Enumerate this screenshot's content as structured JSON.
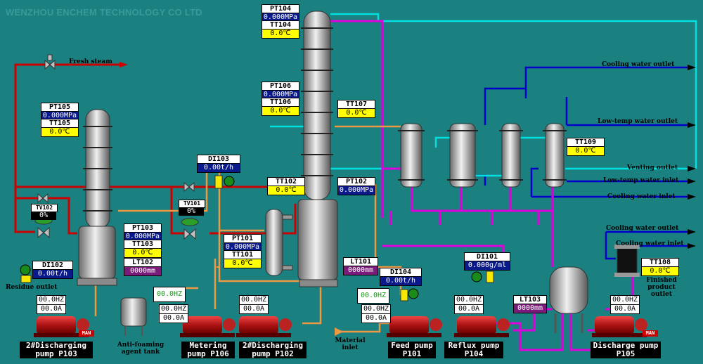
{
  "window_title": "WENZHOU ENCHEM TECHNOLOGY CO LTD",
  "colors": {
    "background": "#1a8080",
    "steam_line": "#cc0000",
    "cooling_water": "#0000cc",
    "cyan_line": "#00e0e0",
    "magenta_line": "#dd00dd",
    "material_line": "#ee9944",
    "pv_box": "#0a1a8a",
    "tv_box": "#ffff00",
    "lv_box": "#7a1a7a"
  },
  "line_labels": {
    "fresh_steam": "Fresh steam",
    "cooling_water_outlet_1": "Cooling water outlet",
    "low_temp_water_outlet": "Low-temp water outlet",
    "venting_outlet": "Venting outlet",
    "low_temp_water_inlet": "Low-temp water inlet",
    "cooling_water_inlet_1": "Cooling water inlet",
    "cooling_water_outlet_2": "Cooling water outlet",
    "cooling_water_inlet_2": "Cooling water inlet",
    "residue_outlet": "Residue outlet",
    "anti_foaming_tank": "Anti-foaming agent tank",
    "material_inlet": "Material inlet",
    "finished_product_outlet": "Finished product outlet"
  },
  "instruments": {
    "PT104": {
      "tag": "PT104",
      "value": "0.000MPa"
    },
    "TT104": {
      "tag": "TT104",
      "value": "0.0℃"
    },
    "PT106": {
      "tag": "PT106",
      "value": "0.000MPa"
    },
    "TT106": {
      "tag": "TT106",
      "value": "0.0℃"
    },
    "TT107": {
      "tag": "TT107",
      "value": "0.0℃"
    },
    "PT105": {
      "tag": "PT105",
      "value": "0.000MPa"
    },
    "TT105": {
      "tag": "TT105",
      "value": "0.0℃"
    },
    "DI103": {
      "tag": "DI103",
      "value": "0.00t/h"
    },
    "TT102": {
      "tag": "TT102",
      "value": "0.0℃"
    },
    "PT102": {
      "tag": "PT102",
      "value": "0.000MPa"
    },
    "TV102": {
      "tag": "TV102",
      "value": "0%"
    },
    "TV101": {
      "tag": "TV101",
      "value": "0%"
    },
    "PT103": {
      "tag": "PT103",
      "value": "0.000MPa"
    },
    "TT103": {
      "tag": "TT103",
      "value": "0.0℃"
    },
    "LT102": {
      "tag": "LT102",
      "value": "0000mm"
    },
    "PT101": {
      "tag": "PT101",
      "value": "0.000MPa"
    },
    "TT101": {
      "tag": "TT101",
      "value": "0.0℃"
    },
    "LT101": {
      "tag": "LT101",
      "value": "0000mm"
    },
    "DI102": {
      "tag": "DI102",
      "value": "0.00t/h"
    },
    "DI104": {
      "tag": "DI104",
      "value": "0.00t/h"
    },
    "DI101": {
      "tag": "DI101",
      "value": "0.000g/ml"
    },
    "TT109": {
      "tag": "TT109",
      "value": "0.0℃"
    },
    "TT108": {
      "tag": "TT108",
      "value": "0.0℃"
    },
    "LT103": {
      "tag": "LT103",
      "value": "0000mm"
    }
  },
  "pumps": {
    "P103": {
      "name_line1": "2#Discharging",
      "name_line2": "pump  P103",
      "hz": "00.0HZ",
      "amp": "00.0A",
      "mode": "MAN"
    },
    "P106": {
      "name_line1": "Metering",
      "name_line2": "pump P106",
      "hz": "00.0HZ",
      "amp": "00.0A"
    },
    "P102": {
      "name_line1": "2#Discharging",
      "name_line2": "pump  P102",
      "hz": "00.0HZ",
      "amp": "00.0A"
    },
    "P101": {
      "name_line1": "Feed pump",
      "name_line2": "P101",
      "hz": "00.0HZ",
      "amp": "00.0A"
    },
    "P104": {
      "name_line1": "Reflux pump",
      "name_line2": "P104",
      "hz": "00.0HZ",
      "amp": "00.0A"
    },
    "P105": {
      "name_line1": "Discharge pump",
      "name_line2": "P105",
      "hz": "00.0HZ",
      "amp": "00.0A",
      "mode": "MAN"
    }
  }
}
